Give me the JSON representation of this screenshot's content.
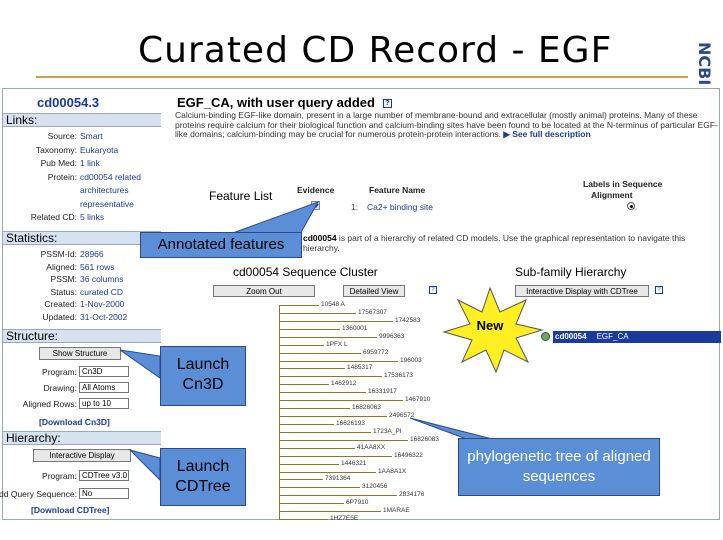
{
  "slide": {
    "title": "Curated CD Record - EGF",
    "logo": "NCBI"
  },
  "left": {
    "record_id": "cd00054.3",
    "links_header": "Links:",
    "links": [
      {
        "k": "Source:",
        "v": "Smart"
      },
      {
        "k": "Taxonomy:",
        "v": "Eukaryota"
      },
      {
        "k": "Pub Med:",
        "v": "1 link"
      },
      {
        "k": "Protein:",
        "v": "cd00054 related"
      },
      {
        "k": "",
        "v": "architectures"
      },
      {
        "k": "",
        "v": "representative"
      },
      {
        "k": "Related CD:",
        "v": "5 links"
      }
    ],
    "stats_header": "Statistics:",
    "stats": [
      {
        "k": "PSSM-Id:",
        "v": "28966"
      },
      {
        "k": "Aligned:",
        "v": "561 rows"
      },
      {
        "k": "PSSM:",
        "v": "36 columns"
      },
      {
        "k": "Status:",
        "v": "curated CD"
      },
      {
        "k": "Created:",
        "v": "1-Nov-2000"
      },
      {
        "k": "Updated:",
        "v": "31-Oct-2002"
      }
    ],
    "structure_header": "Structure:",
    "show_structure_btn": "Show Structure",
    "structure_rows": [
      {
        "k": "Program:",
        "v": "Cn3D"
      },
      {
        "k": "Drawing:",
        "v": "All Atoms"
      },
      {
        "k": "Aligned Rows:",
        "v": "up to 10"
      }
    ],
    "download_cn3d": "[Download Cn3D]",
    "hierarchy_header": "Hierarchy:",
    "interactive_display_btn": "Interactive Display",
    "hierarchy_rows": [
      {
        "k": "Program:",
        "v": "CDTree v3.0"
      },
      {
        "k": "Add Query Sequence:",
        "v": "No"
      }
    ],
    "download_cdtree": "[Download CDTree]"
  },
  "main": {
    "title": "EGF_CA, with user query added",
    "description": "Calcium-binding EGF-like domain, present in a large number of membrane-bound and extracellular (mostly animal) proteins. Many of these proteins require calcium for their biological function and calcium-binding sites have been found to be located at the N-terminus of particular EGF-like domains; calcium-binding may be crucial for numerous protein-protein interactions.",
    "more": "▶ See full description",
    "feature_list": "Feature List",
    "evidence": "Evidence",
    "feature_name": "Feature Name",
    "labels_in_sequence": "Labels in Sequence",
    "alignment": "Alignment",
    "feature_row_num": "1:",
    "feature_row_name": "Ca2+ binding site",
    "cluster_note_id": "cd00054",
    "cluster_note_text": " is part of a hierarchy of related CD models. Use the graphical representation to navigate this hierarchy.",
    "cluster_title": "cd00054 Sequence Cluster",
    "subfamily_title": "Sub-family Hierarchy",
    "zoom_out": "Zoom Out",
    "detailed_view": "Detailed View",
    "interactive_cdtree": "Interactive Display with CDTree",
    "subfam_id": "cd00054",
    "subfam_name": "EGF_CA",
    "tree_leaves": [
      "10548 A",
      "17567307",
      "1742583",
      "1360001",
      "9996363",
      "1PFX L",
      "6959772",
      "196003",
      "1485317",
      "17536173",
      "1462912",
      "16331917",
      "1467910",
      "16826063",
      "2496572",
      "16626193",
      "1723A_PI",
      "16826083",
      "41AA8XX",
      "16496322",
      "1446321",
      "1AA8A1X",
      "7391364",
      "3120456",
      "2834176",
      "6P7910",
      "1MARAE",
      "1HZ7E5E"
    ]
  },
  "callouts": {
    "annotated_features": "Annotated features",
    "new": "New",
    "launch_cn3d": "Launch Cn3D",
    "launch_cdtree": "Launch CDTree",
    "phylo": "phylogenetic tree of aligned sequences"
  },
  "colors": {
    "link_blue": "#1a3a9a",
    "section_bg": "#d6e2f0",
    "callout_blue": "#5a8fd8",
    "star_yellow": "#ffee22",
    "rule_gold": "#c8a24a"
  }
}
